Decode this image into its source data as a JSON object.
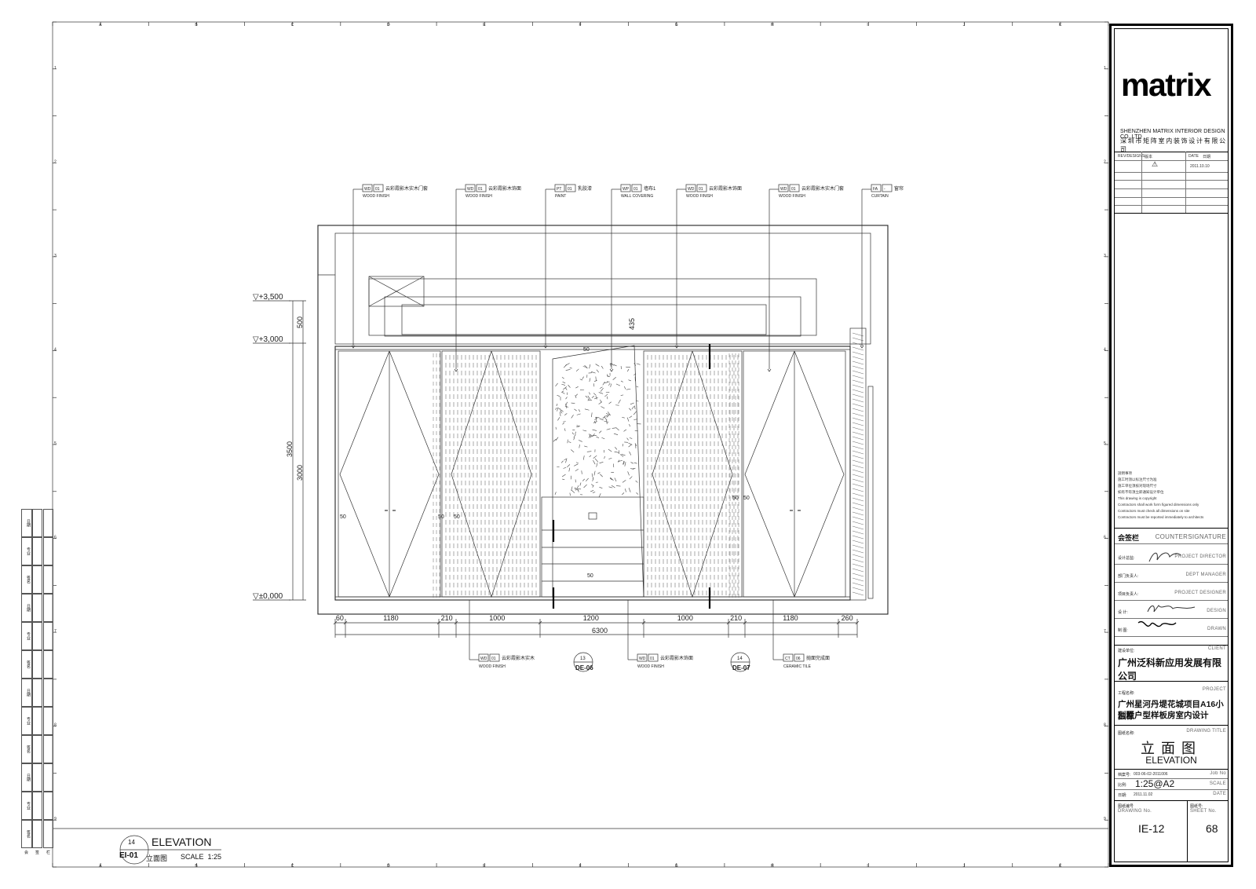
{
  "drawing": {
    "grid_letters": [
      "A",
      "B",
      "C",
      "D",
      "E",
      "F",
      "G",
      "H",
      "I",
      "J",
      "K"
    ],
    "grid_numbers": [
      "1",
      "2",
      "3",
      "4",
      "5",
      "6",
      "7",
      "8",
      "9"
    ],
    "levels": [
      "▽+3,500",
      "▽+3,000",
      "▽±0,000"
    ],
    "vertical_dims": [
      "500",
      "3000",
      "3500",
      "435",
      "50",
      "50",
      "50",
      "50",
      "50"
    ],
    "horizontal_dims": [
      "60",
      "1180",
      "210",
      "1000",
      "1200",
      "1000",
      "210",
      "1180",
      "260"
    ],
    "overall_dim": "6300",
    "top_callouts": [
      {
        "code": "WD",
        "num": "01",
        "cn": "云彩霞影木实木门套",
        "en": "WOOD FINISH"
      },
      {
        "code": "WD",
        "num": "01",
        "cn": "云彩霞影木饰面",
        "en": "WOOD FINISH"
      },
      {
        "code": "PT",
        "num": "01",
        "cn": "乳胶漆",
        "en": "PAINT"
      },
      {
        "code": "WP",
        "num": "01",
        "cn": "墙布1",
        "en": "WALL COVERING"
      },
      {
        "code": "WD",
        "num": "01",
        "cn": "云彩霞影木饰面",
        "en": "WOOD FINISH"
      },
      {
        "code": "WD",
        "num": "01",
        "cn": "云彩霞影木实木门套",
        "en": "WOOD FINISH"
      },
      {
        "code": "FA",
        "num": "-",
        "cn": "窗帘",
        "en": "CURTAIN"
      }
    ],
    "bottom_callouts": [
      {
        "code": "WD",
        "num": "01",
        "cn": "云彩霞影木实木",
        "en": "WOOD FINISH"
      },
      {
        "code": "WD",
        "num": "01",
        "cn": "云彩霞影木饰面",
        "en": "WOOD FINISH"
      },
      {
        "code": "CT",
        "num": "06",
        "cn": "抛面完成面",
        "en": "CERAMIC TILE"
      }
    ],
    "detail_markers": [
      {
        "num": "13",
        "ref": "DE-06"
      },
      {
        "num": "14",
        "ref": "DE-07"
      }
    ],
    "bottom_title": {
      "num": "14",
      "ref": "EI-01",
      "title": "ELEVATION",
      "cn": "立面图",
      "scale": "SCALE  1:25"
    }
  },
  "title_block": {
    "logo": "matrix",
    "company_en": "SHENZHEN MATRIX INTERIOR DESIGN CO.,LTD",
    "company_cn": "深圳市矩阵室内装饰设计有限公司",
    "revision_header": [
      "REV/DESIGNS",
      "版本",
      "DATE",
      "日期"
    ],
    "revision_mark": "⚠",
    "revision_date": "2011.10.10",
    "notes": [
      "說明事项",
      "施工时须以标注尺寸为准",
      "施工单位须核对现场尺寸",
      "如有不符须立即通知设计单位",
      "This drawing is copyright",
      "Contractors shall work form figured dimensions only",
      "Contractors must check all dimensions on site",
      "Contractors must be reported immediately to architects"
    ],
    "countersign_cn": "会签栏",
    "countersign_en": "COUNTERSIGNATURE",
    "roles": [
      {
        "cn": "设计总监:",
        "en": "PROJECT DIRECTOR"
      },
      {
        "cn": "部门负责人:",
        "en": "DEPT MANAGER"
      },
      {
        "cn": "项目负责人:",
        "en": "PROJECT DESIGNER"
      },
      {
        "cn": "设    计:",
        "en": "DESIGN"
      },
      {
        "cn": "制    图:",
        "en": "DRAWN"
      }
    ],
    "client_label_cn": "建设单位:",
    "client_label_en": "CLIENT",
    "client": "广州泛科新应用发展有限公司",
    "project_label_cn": "工程名称:",
    "project_label_en": "PROJECT",
    "project_line1": "广州星河丹堤花城项目A16小独栋",
    "project_line2": "别墅户型样板房室内设计",
    "drawing_title_label_cn": "图纸名称:",
    "drawing_title_label_en": "DRAWING TITLE",
    "drawing_title_cn": "立面图",
    "drawing_title_en": "ELEVATION",
    "job_label_cn": "档案号:",
    "job_no": "003-06-02-2011006",
    "job_label_en": "Job No",
    "scale_label_cn": "比例:",
    "scale_value": "1:25@A2",
    "scale_label_en": "SCALE",
    "date_label_cn": "日期:",
    "date_value": "2011.11.02",
    "date_label_en": "DATE",
    "drawing_no_label_cn": "图纸编号",
    "drawing_no_label_en": "DRAWING No.",
    "drawing_no": "IE-12",
    "sheet_label_cn": "图纸号:",
    "sheet_label_en": "SHEET No.",
    "sheet_no": "68"
  },
  "rev_strip": {
    "labels": [
      "日期",
      "专业",
      "签名",
      "日期",
      "专业",
      "签名",
      "日期",
      "专业",
      "签名",
      "日期",
      "专业",
      "签名"
    ],
    "footer": [
      "会",
      "签",
      "栏"
    ]
  }
}
